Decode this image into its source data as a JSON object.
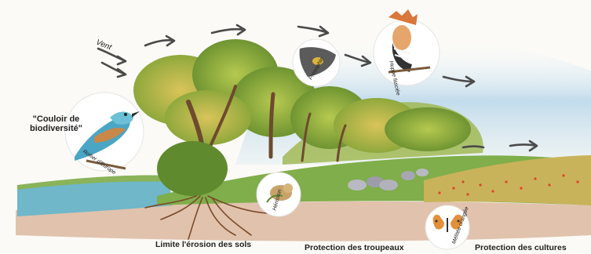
{
  "labels": {
    "corridor": "\"Couloir de\nbiodiversité\"",
    "wind": "Vent",
    "soil": "Limite l'érosion des sols",
    "herds": "Protection des troupeaux",
    "crops": "Protection des cultures"
  },
  "medallions": {
    "roller": "Rollier d'Europe",
    "beetle": "Prosophle",
    "hoopoe": "Huppe fasciée",
    "rabbit": "Hérisson",
    "butterfly": "Mélitée orangée"
  },
  "colors": {
    "sky": "#bcd8ea",
    "foliage": "#8fae3c",
    "water": "#6fb7c9",
    "soil": "#d9b49a",
    "field": "#c9b35a",
    "arrow": "#4a4a4a"
  }
}
